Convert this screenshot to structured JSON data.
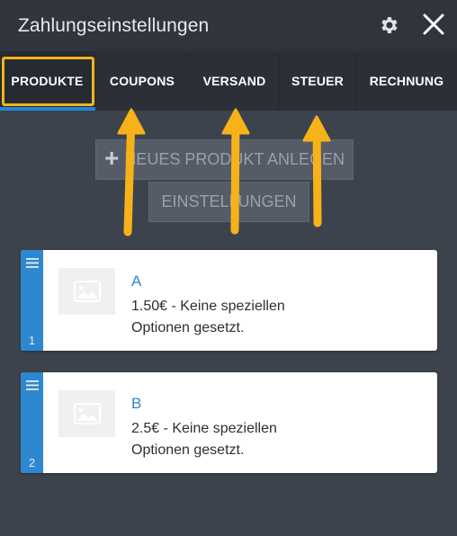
{
  "header": {
    "title": "Zahlungseinstellungen",
    "settings_icon": "gear-icon",
    "close_icon": "close-icon"
  },
  "tabs": [
    {
      "label": "PRODUKTE",
      "active": true
    },
    {
      "label": "COUPONS",
      "active": false
    },
    {
      "label": "VERSAND",
      "active": false
    },
    {
      "label": "STEUER",
      "active": false
    },
    {
      "label": "RECHNUNG",
      "active": false
    }
  ],
  "actions": {
    "new_product_label": "NEUES PRODUKT ANLEGEN",
    "settings_label": "EINSTELLUNGEN"
  },
  "products": [
    {
      "index": "1",
      "name": "A",
      "description": "1.50€ - Keine speziellen Optionen gesetzt."
    },
    {
      "index": "2",
      "name": "B",
      "description": "2.5€ - Keine speziellen Optionen gesetzt."
    }
  ],
  "colors": {
    "accent": "#1e88d6",
    "highlight": "#f7b21a",
    "arrow": "#f7b21a"
  }
}
